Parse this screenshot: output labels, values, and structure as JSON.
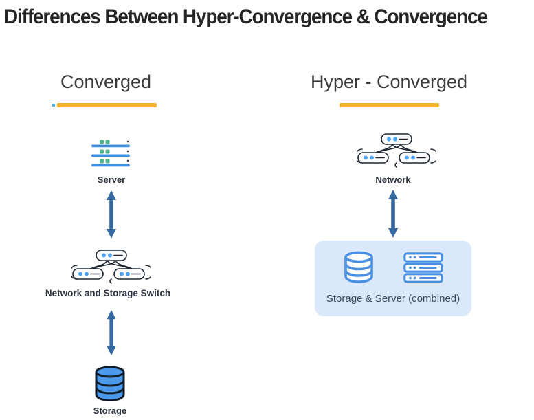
{
  "title": "Differences Between Hyper-Convergence & Convergence",
  "columns": {
    "converged": {
      "heading": "Converged",
      "nodes": [
        {
          "icon": "server-rack-icon",
          "label": "Server"
        },
        {
          "icon": "network-switch-icon",
          "label": "Network and Storage Switch"
        },
        {
          "icon": "database-icon",
          "label": "Storage"
        }
      ]
    },
    "hyper_converged": {
      "heading": "Hyper - Converged",
      "nodes": [
        {
          "icon": "network-icon",
          "label": "Network"
        },
        {
          "icon": "database-outline-icon + server-outline-icon",
          "label": "Storage & Server (combined)",
          "combined": true
        }
      ]
    }
  },
  "connectors": {
    "type": "double-headed-vertical-arrow",
    "count": 3
  },
  "colors": {
    "accent_yellow": "#F2B32A",
    "underline_tick_cyan": "#53B7EC",
    "arrow_blue": "#35699F",
    "icon_outline_blue": "#4A90E2",
    "icon_bar_blue": "#3F8FDD",
    "dot_green": "#4FB48C",
    "dot_blue": "#4DA3F7",
    "cylinder_blue": "#4A99EA",
    "dark_outline": "#1C2733",
    "combined_box_bg": "#D9E8FB",
    "title_text": "#252525",
    "heading_text": "#3B3B3B",
    "label_text": "#2B3440",
    "caption_text": "#3C4754"
  }
}
